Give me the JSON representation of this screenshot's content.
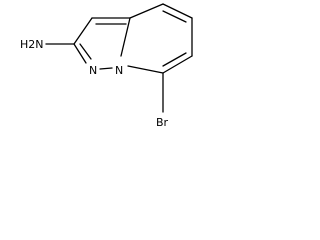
{
  "molecule": {
    "atoms": {
      "amine": "H2N",
      "pyrazole_n": "N",
      "bridgehead_n": "N",
      "bromine": "Br"
    }
  },
  "colors": {
    "bond": "#000000",
    "background": "#ffffff"
  }
}
